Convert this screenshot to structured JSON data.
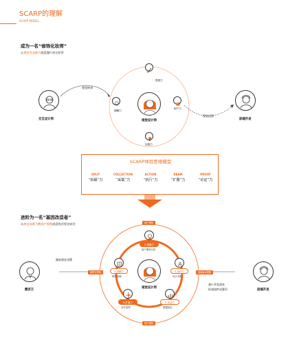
{
  "header": {
    "title": "SCARP的理解",
    "subtitle": "SCARP MODEL"
  },
  "section1": {
    "title": "成为一名“修饰化妆师”",
    "desc_prefix": "从",
    "desc_highlight": "视觉专业能力",
    "desc_suffix": "维度履行岗位职责",
    "center": "视觉设计师",
    "left_person": "交互设计师",
    "right_person": "前端开发",
    "left_note": "视觉转译",
    "right_note": "视觉还原",
    "skills": {
      "top": "表现力",
      "left": "理解力",
      "right": "用户力",
      "bottom": "创造力"
    }
  },
  "scarp": {
    "title": "SCARP体验思维模型",
    "items": [
      {
        "en": "SPLIT",
        "cn": "“拆解”力"
      },
      {
        "en": "COLLECTION",
        "cn": "“采集”力"
      },
      {
        "en": "ACTION",
        "cn": "“执行”力"
      },
      {
        "en": "REAM",
        "cn": "“扩展”力"
      },
      {
        "en": "PROOF",
        "cn": "“论证”力"
      }
    ]
  },
  "section2": {
    "title": "进阶为一名“基因改造者”",
    "desc_prefix": "从",
    "desc_h1": "商业场景下",
    "desc_mid": "的",
    "desc_h2": "用户视角",
    "desc_suffix": "维度推进视觉体验",
    "center": "视觉设计师",
    "left_person": "需求方",
    "right_person": "前端开发",
    "left_note": "服务商业决策",
    "right_note_1": "减少开发成本",
    "right_note_2": "形成组件化意识",
    "tags": {
      "top": "用户视角",
      "bottom": "用户视角",
      "left": "需求方视角",
      "right": "前端技术视角"
    },
    "nodes": {
      "c": {
        "badge": "C-采集力",
        "caption": "用户需求分析"
      },
      "s": {
        "badge": "S-拆解力",
        "caption": "需求拆解"
      },
      "a": {
        "badge": "A-执行力",
        "caption": "设计决策"
      },
      "r": {
        "badge": "R-扩展力",
        "caption": "对外延伸"
      },
      "p": {
        "badge": "P-论证力",
        "caption": "数据验证"
      }
    }
  }
}
